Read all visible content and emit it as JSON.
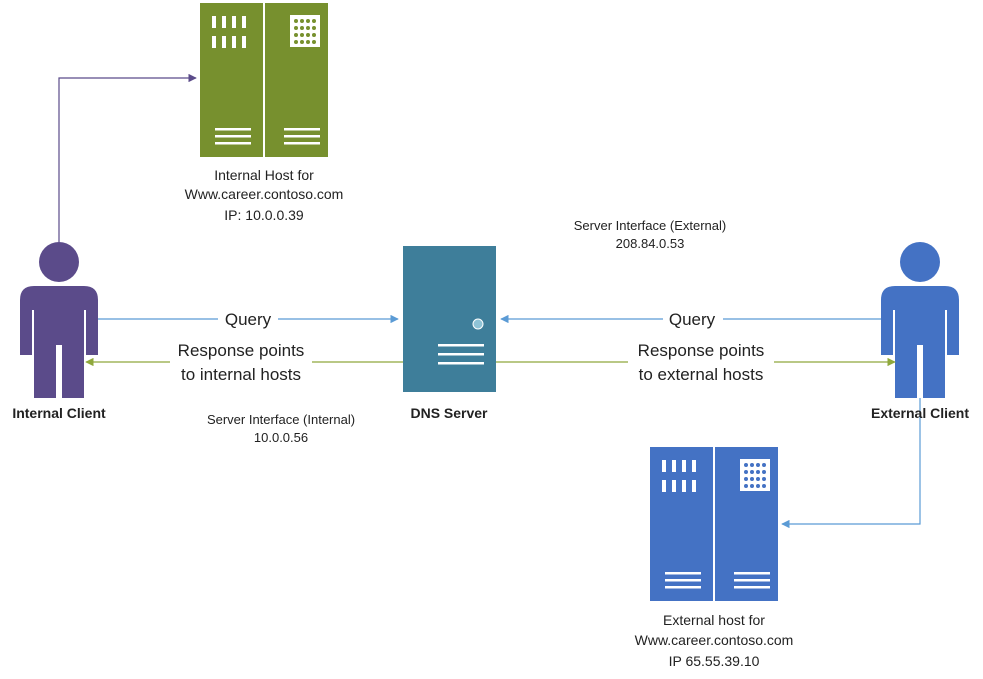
{
  "colors": {
    "internal": "#5B4B8A",
    "external": "#4472C4",
    "host_green": "#77902E",
    "dns": "#3E7E9A",
    "query_line": "#5B9BD5",
    "response_line": "#8FA83C"
  },
  "internal_client": {
    "label": "Internal Client"
  },
  "external_client": {
    "label": "External Client"
  },
  "dns_server": {
    "label": "DNS Server"
  },
  "internal_host": {
    "line1": "Internal Host for",
    "line2": "Www.career.contoso.com",
    "line3": "IP: 10.0.0.39"
  },
  "external_host": {
    "line1": "External host for",
    "line2": "Www.career.contoso.com",
    "line3": "IP 65.55.39.10"
  },
  "interface_internal": {
    "line1": "Server Interface (Internal)",
    "line2": "10.0.0.56"
  },
  "interface_external": {
    "line1": "Server Interface (External)",
    "line2": "208.84.0.53"
  },
  "left_flow": {
    "query": "Query",
    "response_line1": "Response points",
    "response_line2": "to internal hosts"
  },
  "right_flow": {
    "query": "Query",
    "response_line1": "Response points",
    "response_line2": "to external hosts"
  }
}
